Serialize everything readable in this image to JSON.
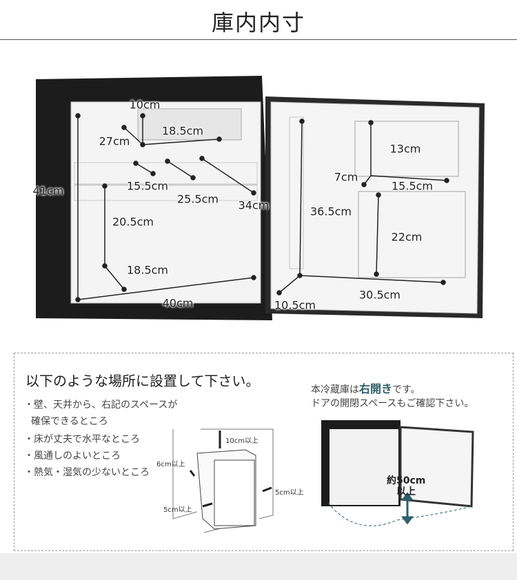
{
  "title": "庫内内寸",
  "fridge": {
    "body_labels": {
      "width_top": "10cm",
      "shelf_width": "18.5cm",
      "shelf_depth": "27cm",
      "depth_a": "15.5cm",
      "depth_b": "25.5cm",
      "depth_c": "34cm",
      "height": "41cm",
      "lower_height": "20.5cm",
      "lower_depth": "18.5cm",
      "width": "40cm"
    },
    "door_labels": {
      "upper_height": "13cm",
      "upper_depth": "7cm",
      "upper_width": "15.5cm",
      "height": "36.5cm",
      "lower_height": "22cm",
      "width": "30.5cm",
      "depth": "10.5cm"
    }
  },
  "install": {
    "heading": "以下のような場所に設置して下さい。",
    "conditions": [
      "・壁、天井から、右記のスペースが",
      "確保できるところ",
      "・床が丈夫で水平なところ",
      "・風通しのよいところ",
      "・熱気・湿気の少ないところ"
    ],
    "clearances": {
      "top": "10cm以上",
      "side_left": "6cm以上",
      "back": "5cm以上",
      "side_right": "5cm以上"
    },
    "door_note_prefix": "本冷蔵庫は",
    "door_note_emphasis": "右開き",
    "door_note_suffix": "です。",
    "door_note_line2": "ドアの開閉スペースもご確認下さい。",
    "door_space_line1": "約50cm",
    "door_space_line2": "以上",
    "accent_color": "#2c5f66"
  }
}
